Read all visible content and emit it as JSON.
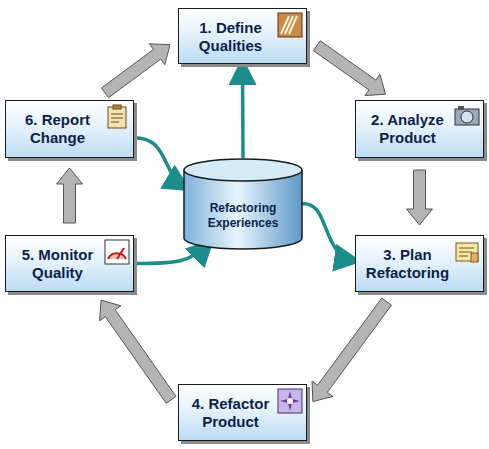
{
  "diagram": {
    "nodes": [
      {
        "text": [
          "1. Define Qualities"
        ]
      },
      {
        "text": [
          "2. Analyze Product"
        ]
      },
      {
        "text": [
          "3. Plan Refactoring"
        ]
      },
      {
        "text": [
          "4. Refactor Product"
        ]
      },
      {
        "text": [
          "5. Monitor Quality"
        ]
      },
      {
        "text": [
          "6. Report Change"
        ]
      },
      {
        "text": [
          "Refactoring Experiences"
        ]
      }
    ],
    "edges": [
      {
        "from": 0,
        "to": 1,
        "arrow": "to"
      },
      {
        "from": 1,
        "to": 2,
        "arrow": "to"
      },
      {
        "from": 2,
        "to": 3,
        "arrow": "to"
      },
      {
        "from": 3,
        "to": 4,
        "arrow": "to"
      },
      {
        "from": 4,
        "to": 5,
        "arrow": "to"
      },
      {
        "from": 5,
        "to": 0,
        "arrow": "to"
      },
      {
        "from": 5,
        "to": 6,
        "arrow": "to"
      },
      {
        "from": 6,
        "to": 0,
        "arrow": "to"
      },
      {
        "from": 6,
        "to": 2,
        "arrow": "to"
      },
      {
        "from": 4,
        "to": 6,
        "arrow": "to"
      }
    ]
  }
}
